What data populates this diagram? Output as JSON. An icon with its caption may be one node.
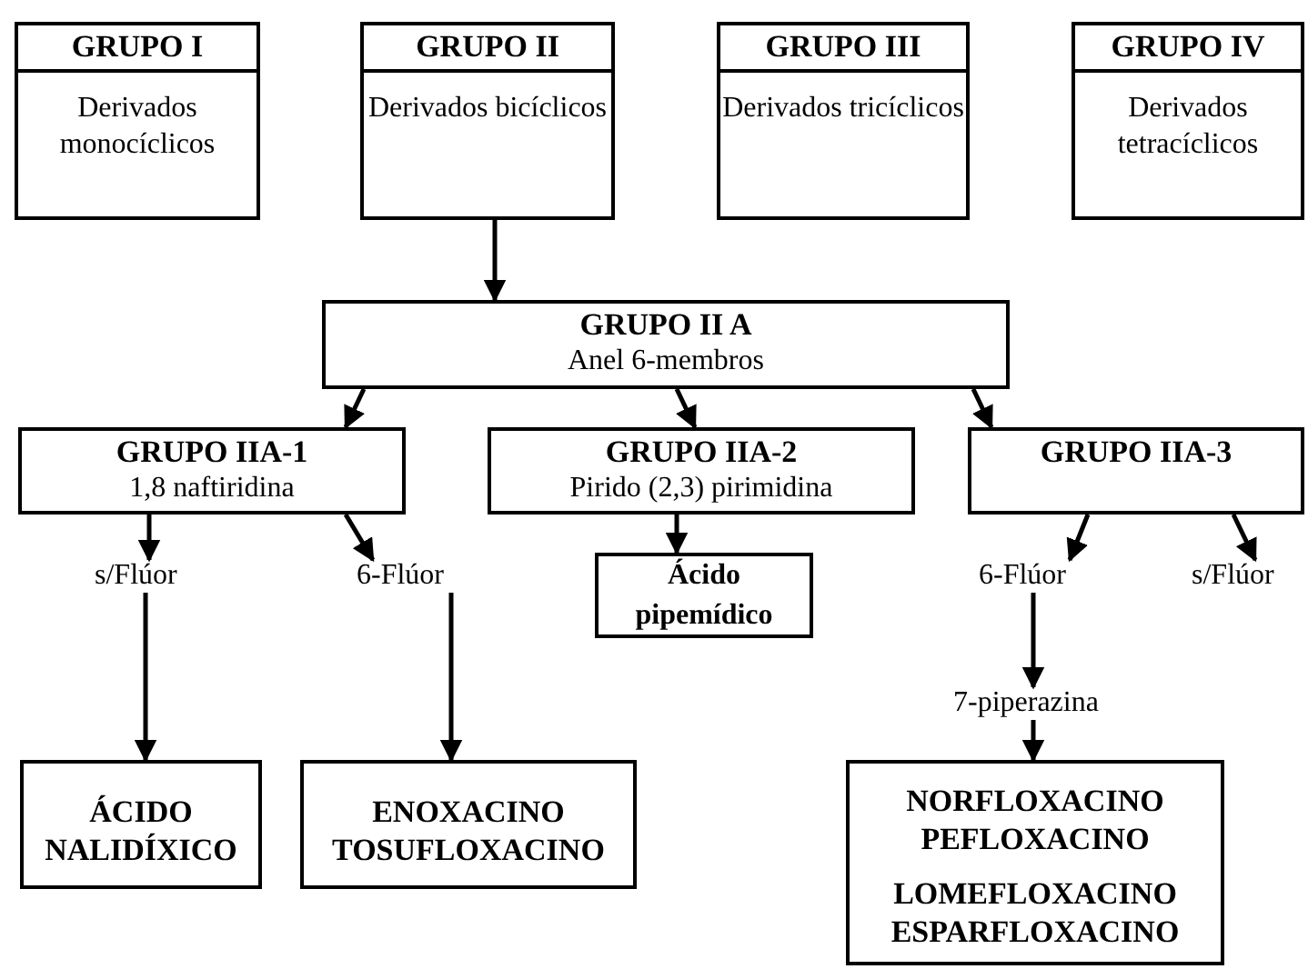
{
  "diagram": {
    "nodes": [
      {
        "text": [
          "GRUPO I",
          "Derivados monocíclicos"
        ]
      },
      {
        "text": [
          "GRUPO II",
          "Derivados bicíclicos"
        ]
      },
      {
        "text": [
          "GRUPO III",
          "Derivados tricíclicos"
        ]
      },
      {
        "text": [
          "GRUPO IV",
          "Derivados tetracíclicos"
        ]
      },
      {
        "text": [
          "GRUPO II A",
          "Anel 6-membros"
        ]
      },
      {
        "text": [
          "GRUPO IIA-1",
          "1,8 naftiridina"
        ]
      },
      {
        "text": [
          "GRUPO IIA-2",
          "Pirido (2,3) pirimidina"
        ]
      },
      {
        "text": [
          "GRUPO IIA-3"
        ]
      },
      {
        "text": [
          "s/Flúor"
        ]
      },
      {
        "text": [
          "6-Flúor"
        ]
      },
      {
        "text": [
          "Ácido pipemídico"
        ]
      },
      {
        "text": [
          "6-Flúor"
        ]
      },
      {
        "text": [
          "s/Flúor"
        ]
      },
      {
        "text": [
          "7-piperazina"
        ]
      },
      {
        "text": [
          "ÁCIDO NALIDÍXICO"
        ]
      },
      {
        "text": [
          "ENOXACINO TOSUFLOXACINO"
        ]
      },
      {
        "text": [
          "NORFLOXACINO PEFLOXACINO",
          "LOMEFLOXACINO ESPARFLOXACINO"
        ]
      }
    ],
    "edges": [
      {
        "from": 1,
        "to": 4,
        "arrow": "to"
      },
      {
        "from": 4,
        "to": 5,
        "arrow": "to"
      },
      {
        "from": 4,
        "to": 6,
        "arrow": "to"
      },
      {
        "from": 4,
        "to": 7,
        "arrow": "to"
      },
      {
        "from": 5,
        "to": 8,
        "arrow": "to"
      },
      {
        "from": 5,
        "to": 9,
        "arrow": "to"
      },
      {
        "from": 6,
        "to": 10,
        "arrow": "to"
      },
      {
        "from": 7,
        "to": 11,
        "arrow": "to"
      },
      {
        "from": 7,
        "to": 12,
        "arrow": "to"
      },
      {
        "from": 8,
        "to": 14,
        "arrow": "to"
      },
      {
        "from": 9,
        "to": 15,
        "arrow": "to"
      },
      {
        "from": 11,
        "to": 13,
        "arrow": "to"
      },
      {
        "from": 13,
        "to": 16,
        "arrow": "to"
      }
    ]
  }
}
